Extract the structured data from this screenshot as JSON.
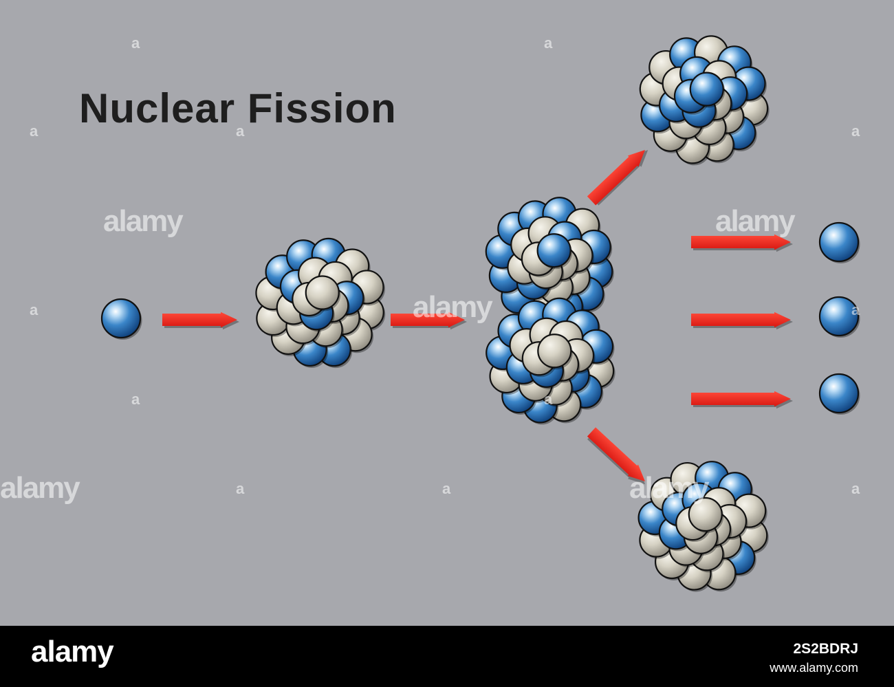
{
  "title": "Nuclear Fission",
  "footer": {
    "logo": "alamy",
    "image_id": "2S2BDRJ",
    "url": "www.alamy.com"
  },
  "watermark": {
    "logo": "alamy",
    "mark": "a"
  },
  "colors": {
    "background": "#a7a8ad",
    "neutron_blue": "#3b86c9",
    "proton_beige": "#d6d2c4",
    "arrow_red": "#e8201b",
    "footer_black": "#000000"
  }
}
